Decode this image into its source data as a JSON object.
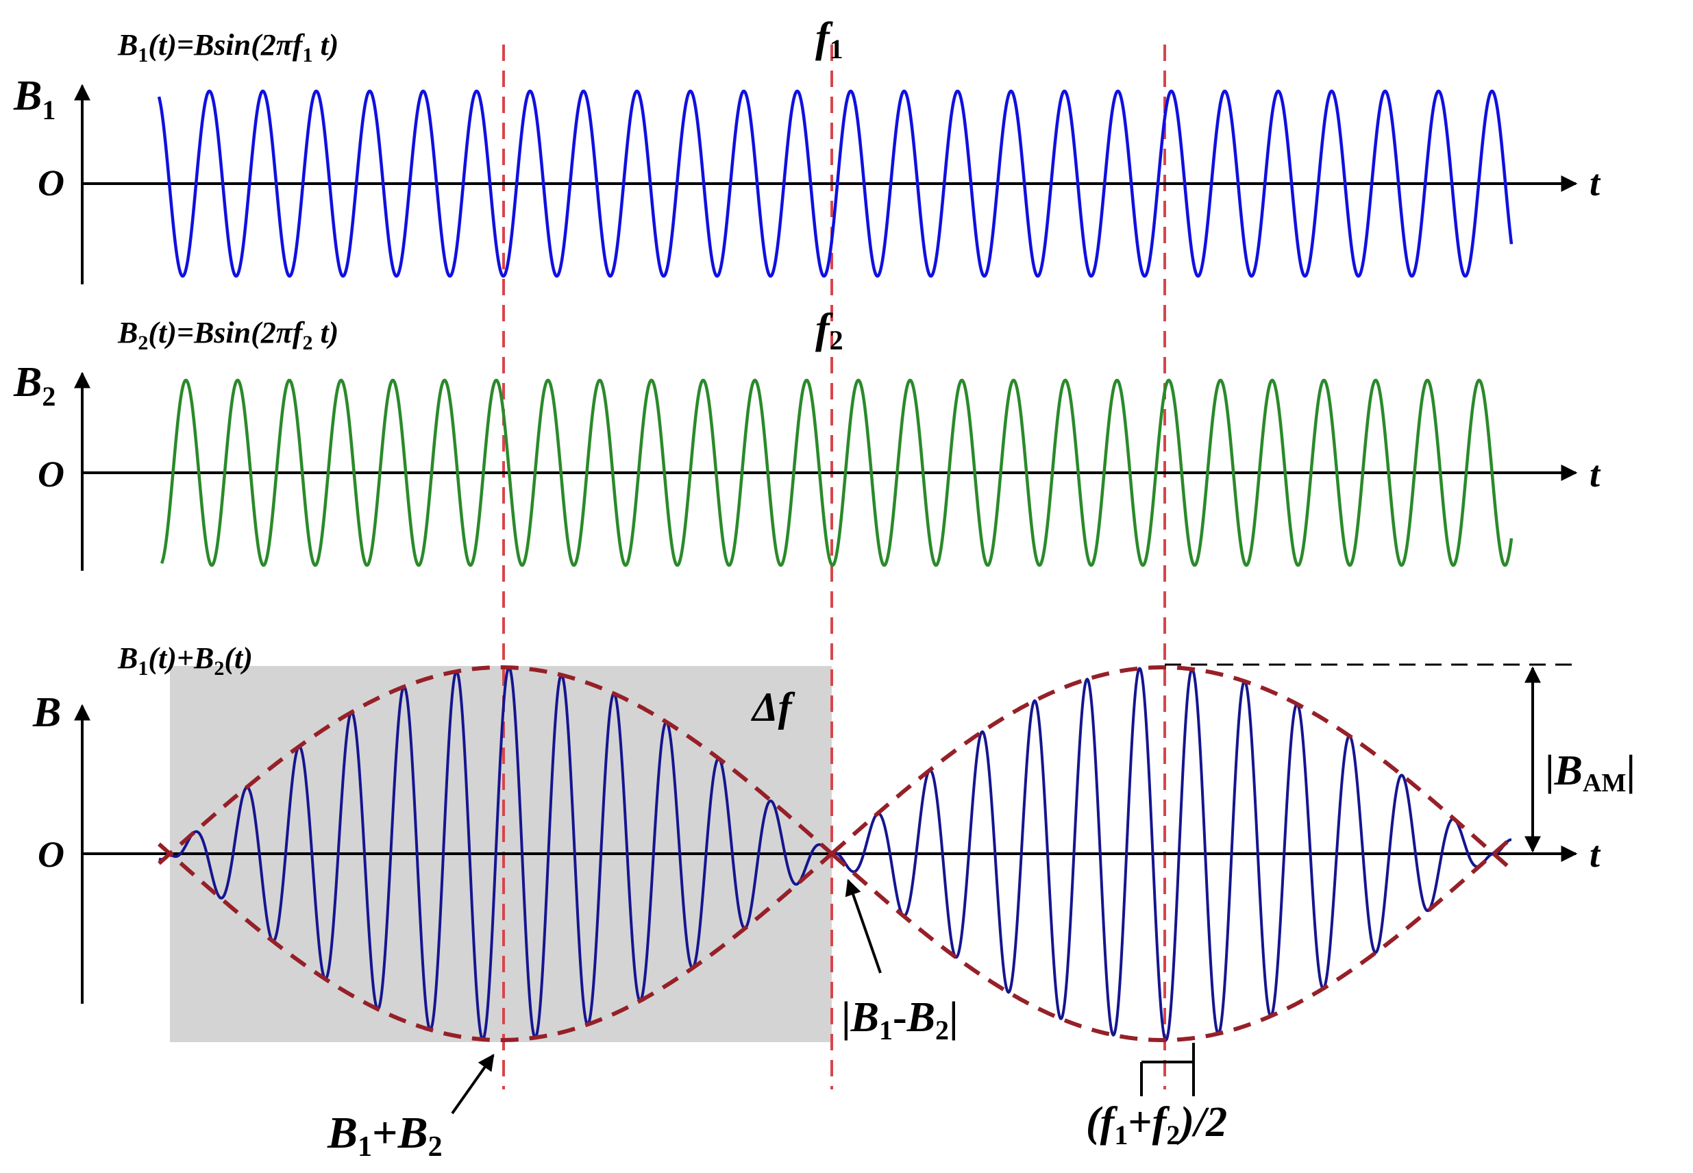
{
  "colors": {
    "wave1": "#1010e0",
    "wave2": "#2a8a2a",
    "sum": "#151590",
    "envelope": "#962028",
    "guide": "#d8454b",
    "shade": "#d4d4d4",
    "axis": "#000000"
  },
  "panels": [
    {
      "id": "b1",
      "equation": {
        "base": "B",
        "sub": "1",
        "text": "(t)=Bsin(2πf",
        "sub2": "1",
        "tail": " t)"
      },
      "axis_label": {
        "base": "B",
        "sub": "1"
      },
      "origin": "O",
      "t_label": "t",
      "freq_label": {
        "base": "f",
        "sub": "1"
      }
    },
    {
      "id": "b2",
      "equation": {
        "base": "B",
        "sub": "2",
        "text": "(t)=Bsin(2πf",
        "sub2": "2",
        "tail": " t)"
      },
      "axis_label": {
        "base": "B",
        "sub": "2"
      },
      "origin": "O",
      "t_label": "t",
      "freq_label": {
        "base": "f",
        "sub": "2"
      }
    },
    {
      "id": "sum",
      "equation": {
        "base": "B",
        "sub": "1",
        "mid": "(t)+B",
        "sub2": "2",
        "tail": "(t)"
      },
      "axis_label": "B",
      "origin": "O",
      "t_label": "t"
    }
  ],
  "annotations": {
    "delta_f": "Δf",
    "b_am": {
      "open": "|",
      "base": "B",
      "sub": "AM",
      "close": "|"
    },
    "diff": {
      "open": "|",
      "a": "B",
      "a_sub": "1",
      "op": "-",
      "b": "B",
      "b_sub": "2",
      "close": "|"
    },
    "sum_label": {
      "a": "B",
      "a_sub": "1",
      "op": "+",
      "b": "B",
      "b_sub": "2"
    },
    "mean_freq": {
      "open": "(",
      "a": "f",
      "a_sub": "1",
      "op": "+",
      "b": "f",
      "b_sub": "2",
      "close": ")/2"
    }
  }
}
